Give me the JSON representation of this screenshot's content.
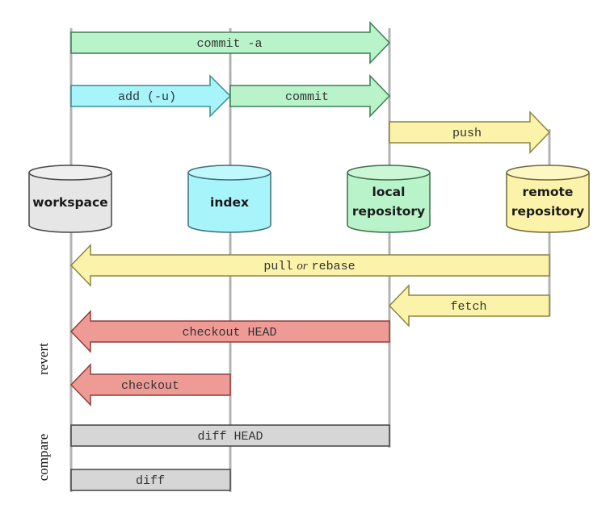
{
  "colors": {
    "green_fill": "#b9f3c9",
    "green_stroke": "#3c7d52",
    "cyan_fill": "#a8f4fb",
    "cyan_stroke": "#3a8a96",
    "yellow_fill": "#fbf3a9",
    "yellow_stroke": "#8d8540",
    "red_fill": "#ee9b96",
    "red_stroke": "#8e3e3a",
    "gray_fill": "#d6d6d6",
    "gray_stroke": "#444444",
    "workspace_fill": "#e6e6e6",
    "index_fill": "#a8f4fb",
    "local_fill": "#b9f3c9",
    "remote_fill": "#fbf3a9",
    "lifeline": "#b3b3b3"
  },
  "stores": {
    "workspace": {
      "lines": [
        "workspace"
      ]
    },
    "index": {
      "lines": [
        "index"
      ]
    },
    "local": {
      "lines": [
        "local",
        "repository"
      ]
    },
    "remote": {
      "lines": [
        "remote",
        "repository"
      ]
    }
  },
  "commands": {
    "commit_a": "commit -a",
    "add_u": "add (-u)",
    "commit": "commit",
    "push": "push",
    "pull_prefix": "pull",
    "pull_or": "or",
    "pull_suffix": "rebase",
    "fetch": "fetch",
    "checkout_head": "checkout HEAD",
    "checkout": "checkout",
    "diff_head": "diff HEAD",
    "diff": "diff"
  },
  "sections": {
    "revert": "revert",
    "compare": "compare"
  }
}
